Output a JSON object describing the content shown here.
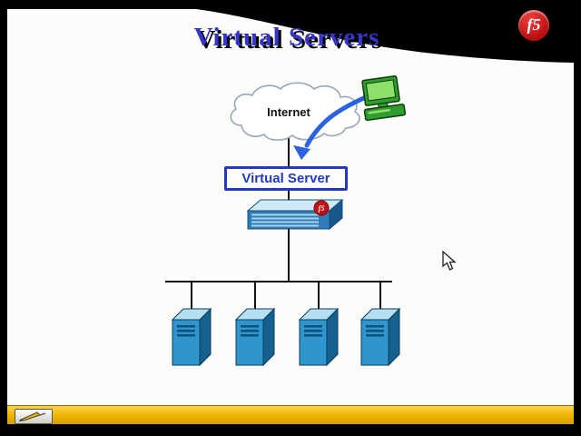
{
  "slide": {
    "title": "Virtual Servers"
  },
  "diagram": {
    "internet_label": "Internet",
    "virtual_server_label": "Virtual Server",
    "server_count": 4
  },
  "branding": {
    "logo_text": "f5",
    "device_badge_text": "f5"
  },
  "colors": {
    "title_blue": "#3535c8",
    "box_border_blue": "#2438c8",
    "arrow_blue": "#2a62e0",
    "server_blue": "#2e96cc",
    "f5_red": "#c41212",
    "toolbar_yellow": "#f2ba00"
  }
}
